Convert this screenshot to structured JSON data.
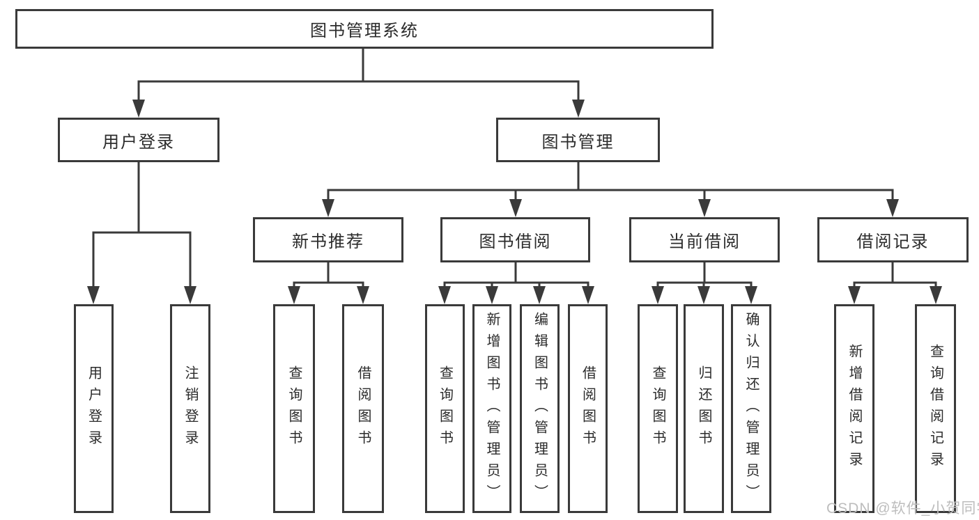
{
  "diagram_type": "function-structure-tree",
  "colors": {
    "background": "#ffffff",
    "line": "#3a3a3a",
    "box_border": "#3a3a3a",
    "box_fill": "#ffffff",
    "text": "#2b2b2b",
    "watermark_text": "#bdbdbd"
  },
  "tree": {
    "root": {
      "label": "图书管理系统",
      "children": [
        {
          "label": "用户登录",
          "children": [
            {
              "label": "用户登录"
            },
            {
              "label": "注销登录"
            }
          ]
        },
        {
          "label": "图书管理",
          "children": [
            {
              "label": "新书推荐",
              "children": [
                {
                  "label": "查询图书"
                },
                {
                  "label": "借阅图书"
                }
              ]
            },
            {
              "label": "图书借阅",
              "children": [
                {
                  "label": "查询图书"
                },
                {
                  "label": "新增图书（管理员）"
                },
                {
                  "label": "编辑图书（管理员）"
                },
                {
                  "label": "借阅图书"
                }
              ]
            },
            {
              "label": "当前借阅",
              "children": [
                {
                  "label": "查询图书"
                },
                {
                  "label": "归还图书"
                },
                {
                  "label": "确认归还（管理员）"
                }
              ]
            },
            {
              "label": "借阅记录",
              "children": [
                {
                  "label": "新增借阅记录"
                },
                {
                  "label": "查询借阅记录"
                }
              ]
            }
          ]
        }
      ]
    }
  },
  "watermark": {
    "text": "CSDN @软件_小贺同学"
  }
}
